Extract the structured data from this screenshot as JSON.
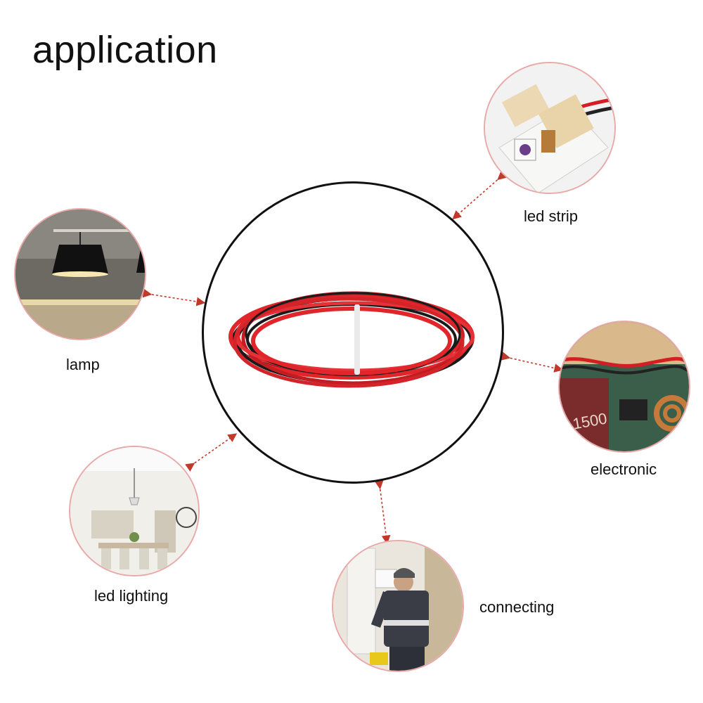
{
  "title": "application",
  "applications": [
    {
      "label": "led strip"
    },
    {
      "label": "lamp"
    },
    {
      "label": "electronic"
    },
    {
      "label": "led lighting"
    },
    {
      "label": "connecting"
    }
  ],
  "colors": {
    "ring": "#111111",
    "thumb_border": "#e8a9a9",
    "arrow": "#c0392b",
    "wire_red": "#e0262a",
    "wire_black": "#1a1a1a"
  }
}
